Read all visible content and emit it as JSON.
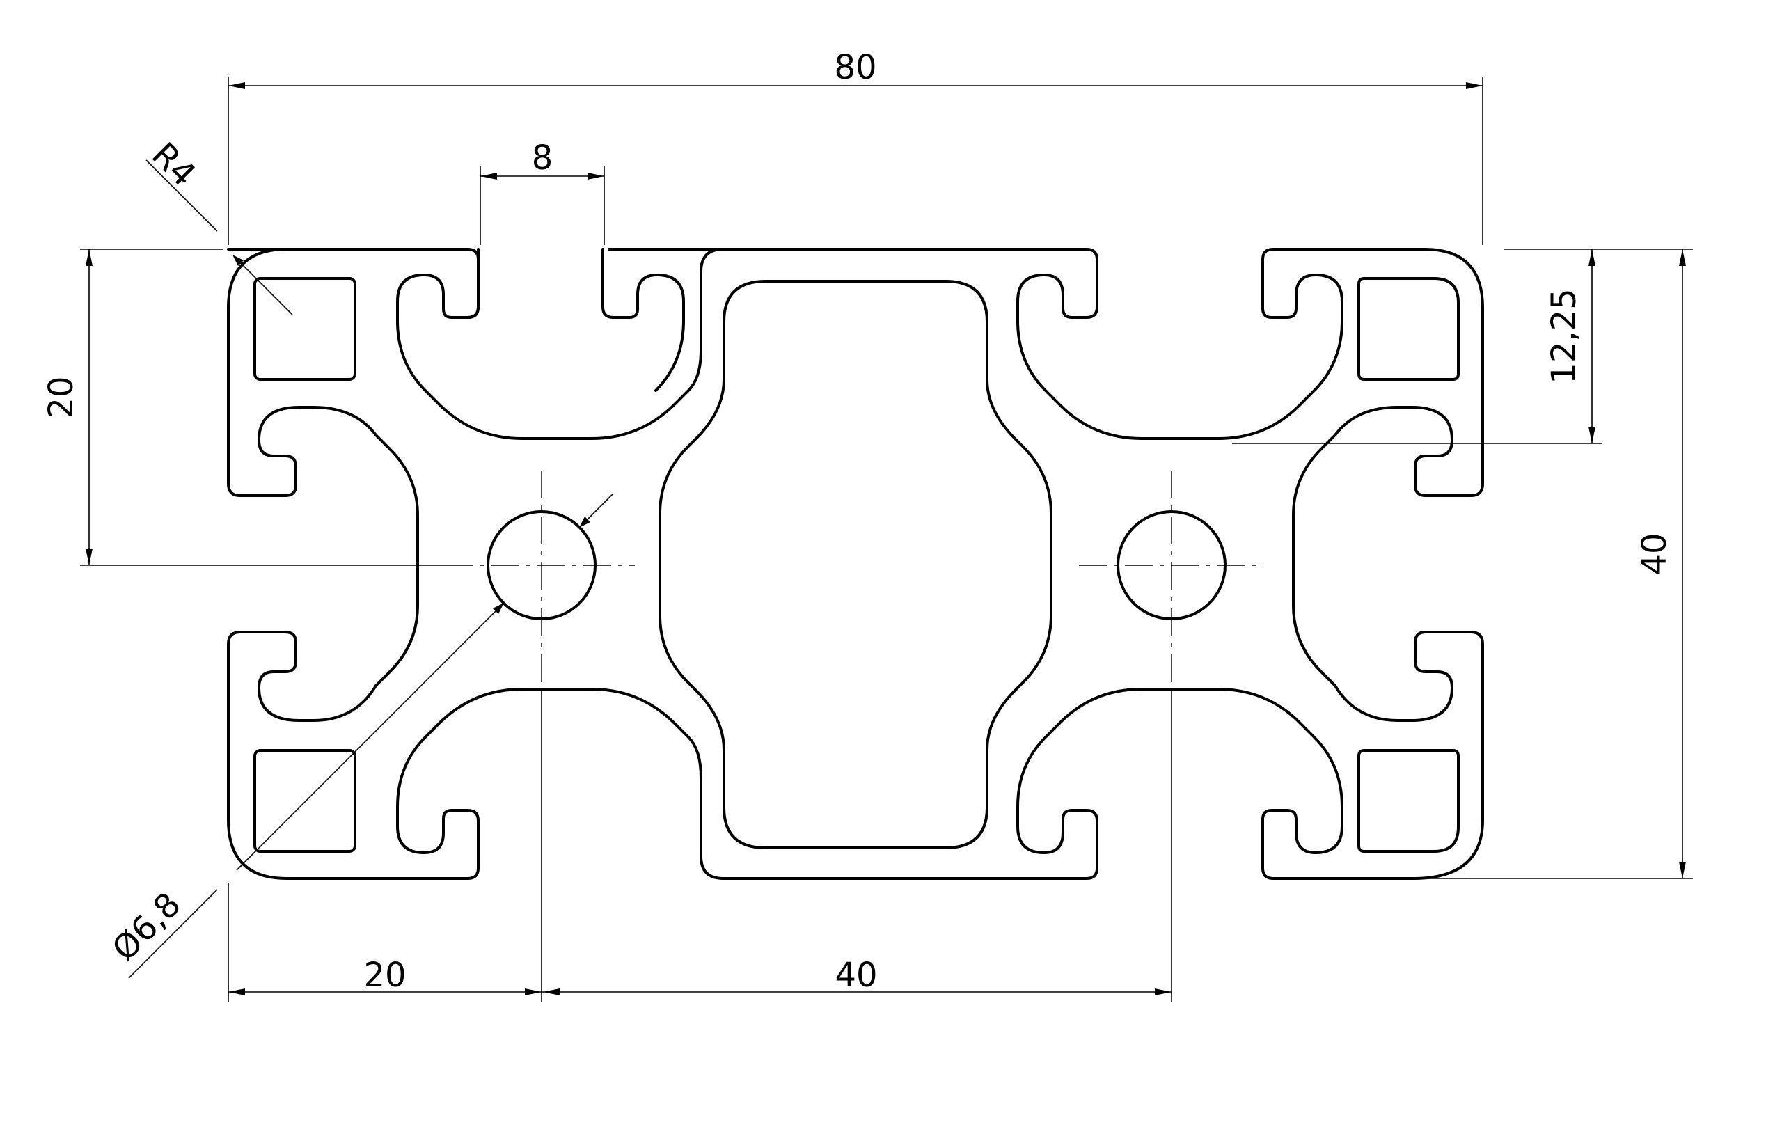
{
  "drawing": {
    "title": "",
    "colors": {
      "line": "#000000",
      "background": "#ffffff"
    },
    "dimensions": {
      "overall_width": "80",
      "slot_width": "8",
      "fillet_radius": "R4",
      "half_height": "20",
      "slot_depth": "12,25",
      "overall_height": "40",
      "hole_diameter": "Ø6,8",
      "edge_to_center": "20",
      "center_to_center": "40"
    }
  }
}
